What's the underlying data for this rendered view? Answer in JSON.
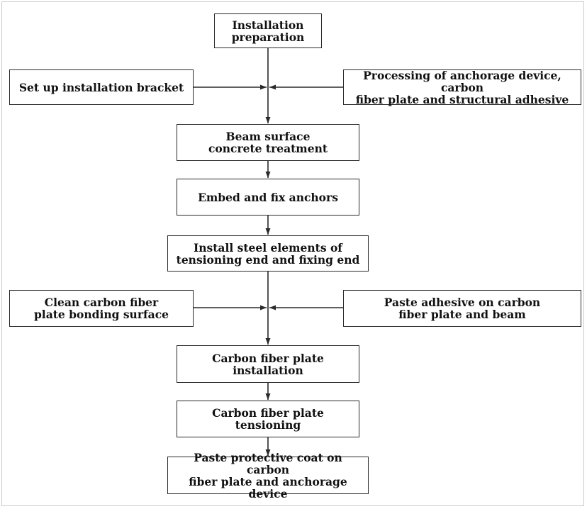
{
  "flowchart": {
    "steps": {
      "installation_preparation": "Installation\npreparation",
      "set_up_bracket": "Set up installation bracket",
      "processing_materials": "Processing of anchorage device, carbon\nfiber plate and structural adhesive",
      "beam_surface_treatment": "Beam surface\nconcrete treatment",
      "embed_fix_anchors": "Embed and fix anchors",
      "install_steel_elements": "Install steel elements of\ntensioning end and fixing end",
      "clean_bonding_surface": "Clean carbon fiber\nplate bonding surface",
      "paste_adhesive": "Paste adhesive on carbon\nfiber plate and beam",
      "plate_installation": "Carbon fiber plate installation",
      "plate_tensioning": "Carbon fiber plate tensioning",
      "paste_protective_coat": "Paste protective coat on carbon\nfiber plate and anchorage device"
    },
    "line_color": "#2a2a2a"
  }
}
